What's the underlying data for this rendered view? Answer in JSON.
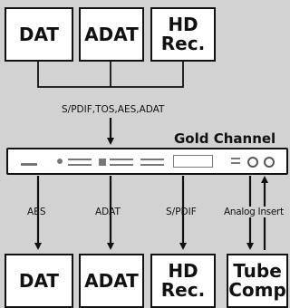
{
  "top_devices": [
    {
      "label": "DAT"
    },
    {
      "label": "ADAT"
    },
    {
      "label": "HD\nRec."
    }
  ],
  "input_label": "S/PDIF,TOS,AES,ADAT",
  "center_unit": {
    "title": "Gold Channel"
  },
  "outputs": [
    {
      "label": "AES"
    },
    {
      "label": "ADAT"
    },
    {
      "label": "S/PDIF"
    },
    {
      "label": "Analog Insert"
    }
  ],
  "bottom_devices": [
    {
      "label": "DAT"
    },
    {
      "label": "ADAT"
    },
    {
      "label": "HD\nRec."
    },
    {
      "label": "Tube\nComp"
    }
  ]
}
